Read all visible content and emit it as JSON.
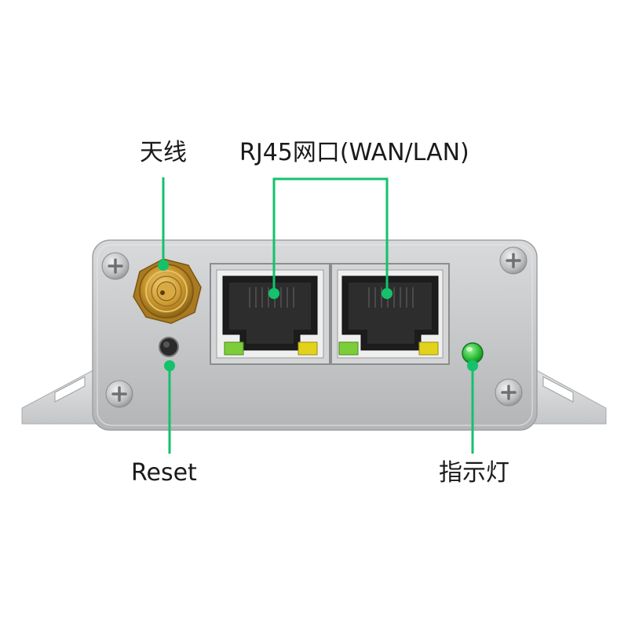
{
  "labels": {
    "antenna": "天线",
    "rj45": "RJ45网口(WAN/LAN)",
    "reset": "Reset",
    "indicator": "指示灯"
  },
  "colors": {
    "callout": "#13c26b",
    "housing": "#c9cbcd",
    "antenna_gold": "#c9962e",
    "led_green": "#2fbf3a",
    "port_led_green": "#7ccd3a",
    "port_led_yellow": "#e3d21c"
  },
  "icons": {
    "screw": "phillips-screw-icon",
    "antenna": "sma-connector-icon",
    "port": "rj45-port-icon"
  }
}
